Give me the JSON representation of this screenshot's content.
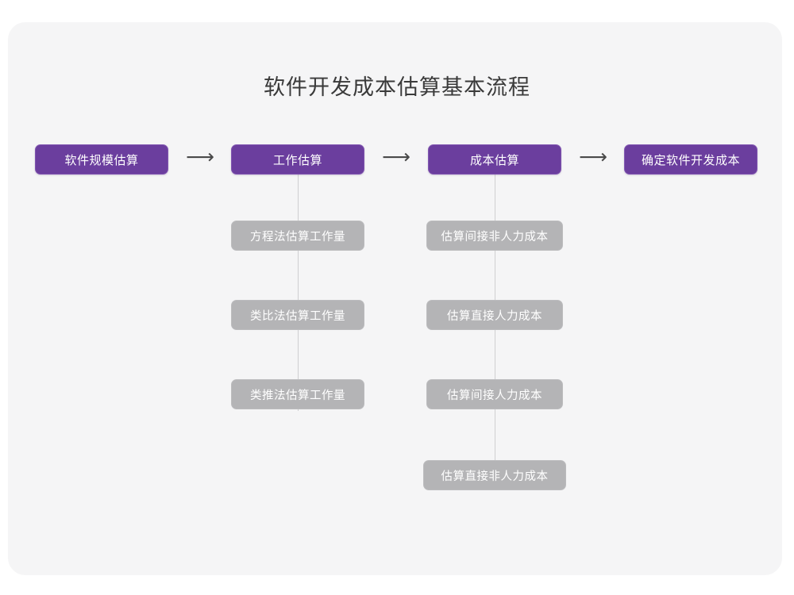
{
  "diagram": {
    "title": "软件开发成本估算基本流程",
    "type": "flowchart",
    "colors": {
      "page_background": "#ffffff",
      "card_background": "#f5f5f6",
      "primary_node": "#6b3e9e",
      "primary_node_border": "#8055b0",
      "secondary_node": "#b4b4b6",
      "node_text": "#ffffff",
      "title_text": "#3a3a3a",
      "connector_line": "#cfcfd1",
      "arrow": "#4a4a4a"
    },
    "stages": [
      {
        "id": "stage-1",
        "label": "软件规模估算"
      },
      {
        "id": "stage-2",
        "label": "工作估算"
      },
      {
        "id": "stage-3",
        "label": "成本估算"
      },
      {
        "id": "stage-4",
        "label": "确定软件开发成本"
      }
    ],
    "arrows": [
      {
        "id": "arrow-1",
        "glyph": "⟶"
      },
      {
        "id": "arrow-2",
        "glyph": "⟶"
      },
      {
        "id": "arrow-3",
        "glyph": "⟶"
      }
    ],
    "substeps_stage2": [
      {
        "id": "stage2-sub-1",
        "label": "方程法估算工作量"
      },
      {
        "id": "stage2-sub-2",
        "label": "类比法估算工作量"
      },
      {
        "id": "stage2-sub-3",
        "label": "类推法估算工作量"
      }
    ],
    "substeps_stage3": [
      {
        "id": "stage3-sub-1",
        "label": "估算间接非人力成本"
      },
      {
        "id": "stage3-sub-2",
        "label": "估算直接人力成本"
      },
      {
        "id": "stage3-sub-3",
        "label": "估算间接人力成本"
      },
      {
        "id": "stage3-sub-4",
        "label": "估算直接非人力成本"
      }
    ]
  }
}
